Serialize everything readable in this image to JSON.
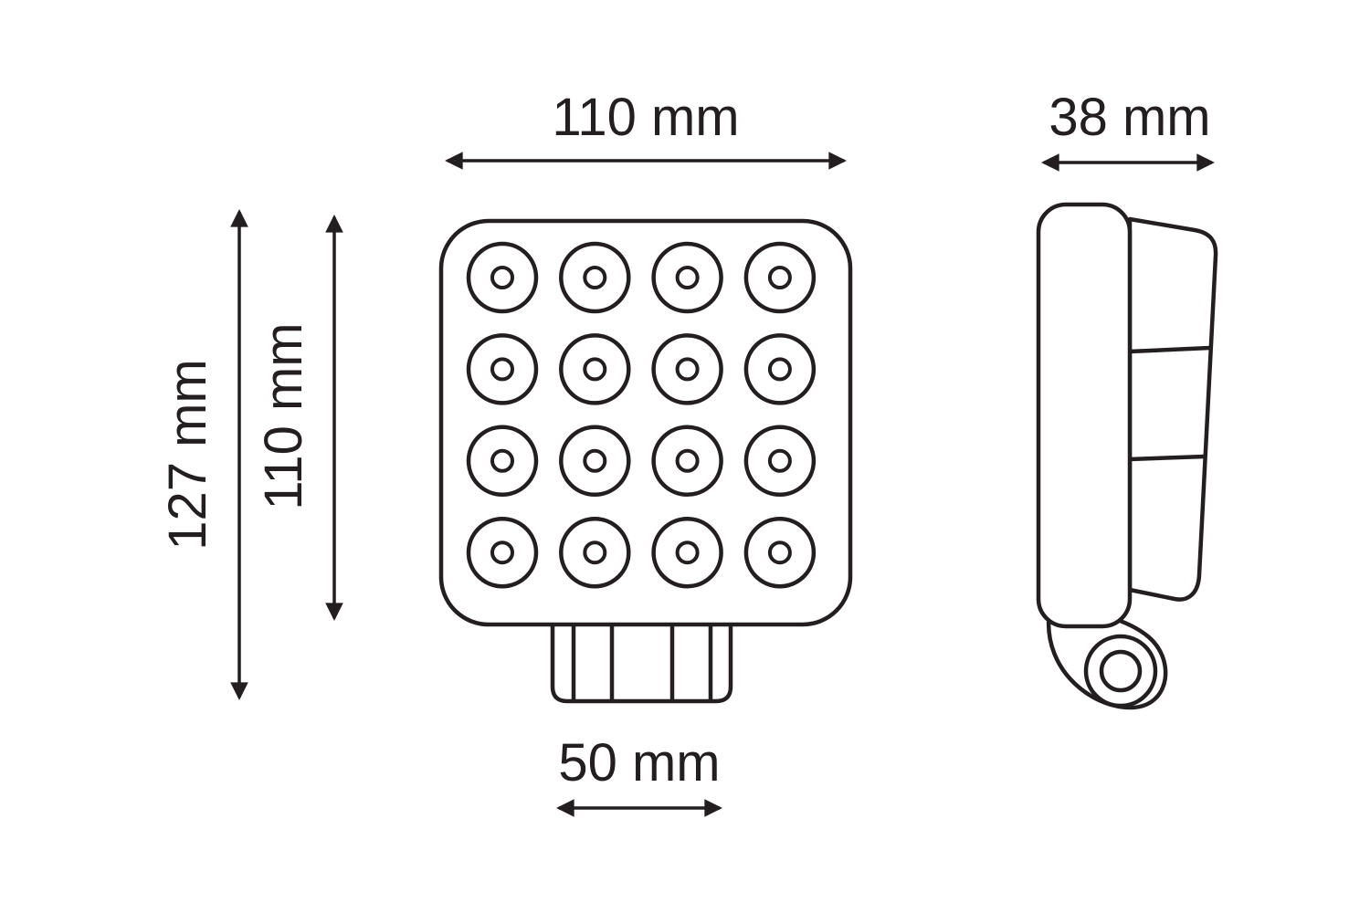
{
  "diagram": {
    "type": "technical-dimension-drawing",
    "line_color": "#231f20",
    "background_color": "#ffffff",
    "views": {
      "front": {
        "led_rows": 4,
        "led_cols": 4,
        "led_count": 16
      },
      "side": {
        "lens_segments": 3
      }
    },
    "dimensions": {
      "front_width": "110 mm",
      "total_height": "127 mm",
      "body_height": "110 mm",
      "bracket_width": "50 mm",
      "depth": "38 mm"
    }
  }
}
